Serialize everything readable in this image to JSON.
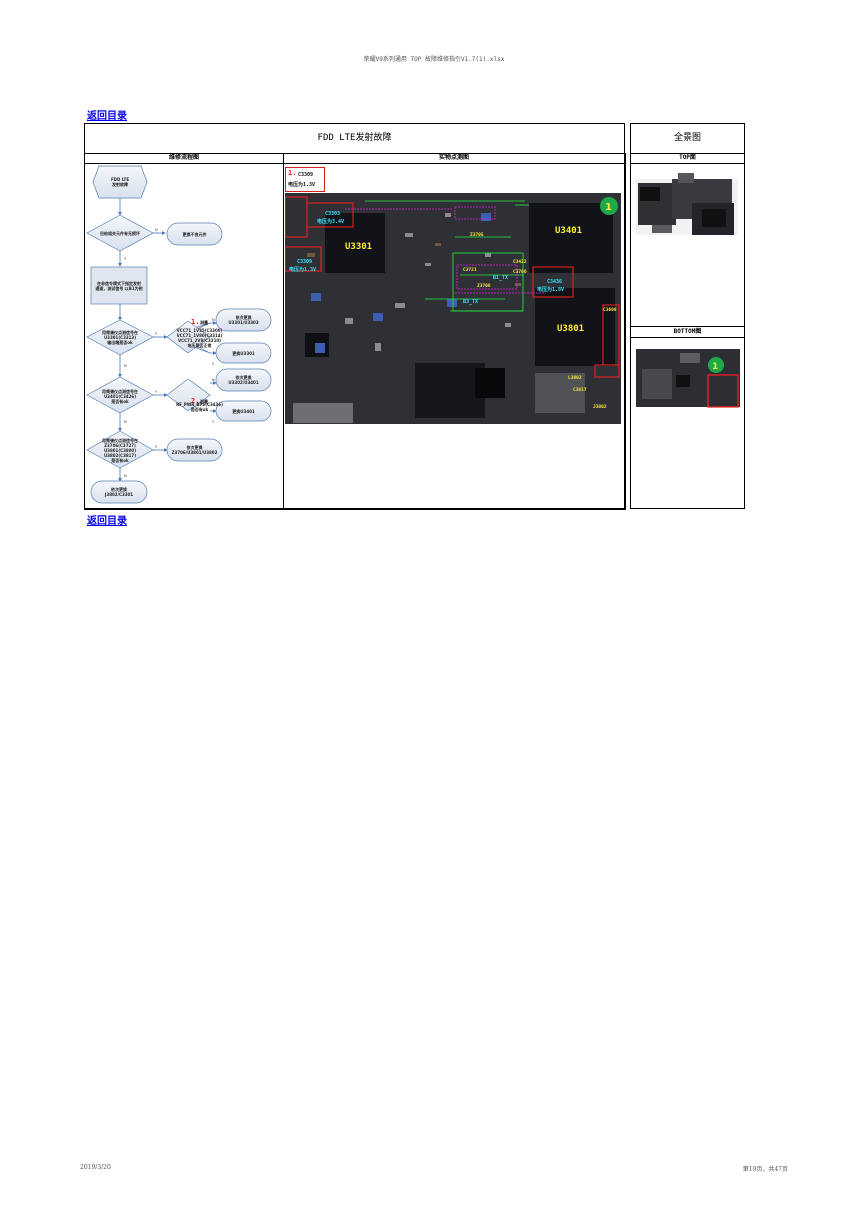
{
  "page_header": "荣耀V9系列通用 TOP 故障维修指引V1.7(1).xlsx",
  "footer_left": "2019/3/20",
  "footer_right": "第19页，共47页",
  "back_link_top": "返回目录",
  "back_link_bottom": "返回目录",
  "main_title": "FDD LTE发射故障",
  "overview_title": "全景图",
  "col_flow": "维修流程图",
  "col_photo": "实物点测图",
  "top_label": "TOP面",
  "bottom_label": "BOTTOM图",
  "flow": {
    "start": "FDD LTE\n发射故障",
    "q1": "目检相关元件有无损坏",
    "a1": "更换不良元件",
    "step1": "在非信令模式下指定发射\n通道，测试信号 以B1为例",
    "q2": "用频谱仪点测信号在\nU3301(C3313)\n输出端是否ok",
    "m1_num": "1.",
    "m1_text": "测量",
    "m1_lines": "VCC71_1V35(C3300)\nVCC71_1V80(C3314)\nVCC71_2V8(C3310)\n电压是否正常",
    "r1a": "依次更换\nU3301/U3303",
    "r1b": "更换U3301",
    "q3": "用频谱仪点测信号在\nU3401(C3426)\n是否有ok",
    "m2_num": "2.",
    "m2_text": "测量",
    "m2_lines": "RF_PWR_BPS(C3436)\n是否有ok",
    "r2a": "依次更换\nU3302/U3401",
    "r2b": "更换U3401",
    "q4": "用频谱仪点测信号在\nZ3706(C3727)\nU3801(C3800)\nU3802(C3817)\n是否有ok",
    "r3": "依次更换\nZ3706/U3801/U3802",
    "end": "依次更换\nJ3802/C3301"
  },
  "photo": {
    "note_num": "1.",
    "note_part": "C3309",
    "note_voltage": "电压为1.3V",
    "chips": [
      "U3301",
      "U3401",
      "U3801"
    ],
    "labels_yellow": [
      "Z3705",
      "Z3706",
      "L3802",
      "C3817",
      "J3802",
      "C3706",
      "C3422",
      "C3721",
      "C3608"
    ],
    "labels_cyan": [
      "C3303",
      "电压为3.4V",
      "C3309",
      "电压为1.3V",
      "C3436",
      "电压为1.8V",
      "B1_TX",
      "B3_TX"
    ],
    "badge": "1"
  },
  "colors": {
    "link": "#0000ee",
    "board": "#2a2c30",
    "yellow": "#ffee33",
    "cyan": "#33e6ff",
    "red": "#ff2020",
    "green": "#1ea84a",
    "magenta": "#e020e0"
  }
}
